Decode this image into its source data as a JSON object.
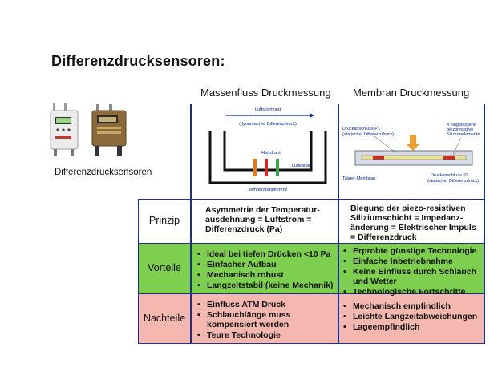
{
  "slide": {
    "title": "Differenzdrucksensoren:",
    "device_caption": "Differenzdrucksensoren",
    "columns": [
      "Massenfluss Druckmessung",
      "Membran Druckmessung"
    ]
  },
  "diagram_left": {
    "flow": "Luftströmung",
    "dyn": "(dynamischer Differenzdruck)",
    "heater": "Heizdraht",
    "channel": "Luftkanal",
    "temp": "Temperaturdifferenz"
  },
  "diagram_right": {
    "port1": "Druckanschluss P1",
    "port1_sub": "(statischer Differenzdruck)",
    "elements_1": "4 eingelassene",
    "elements_2": "piezoresistive",
    "elements_3": "Siliziumelemente",
    "membrane": "Träger-Membran",
    "port2": "Druckanschluss P2",
    "port2_sub": "(statischer Differenzdruck)"
  },
  "table": {
    "rows": [
      {
        "label": "Prinzip",
        "left": "Asymmetrie der Temperatur-ausdehnung = Luftstrom = Differenzdruck (Pa)",
        "right": "Biegung der piezo-resistiven Siliziumschicht = Impedanz-änderung = Elektrischer Impuls = Differenzdruck"
      },
      {
        "label": "Vorteile",
        "left": [
          "Ideal bei tiefen Drücken <10 Pa",
          "Einfacher Aufbau",
          "Mechanisch robust",
          "Langzeitstabil (keine Mechanik)"
        ],
        "right": [
          "Erprobte günstige Technologie",
          "Einfache Inbetriebnahme",
          "Keine Einfluss durch Schlauch und Wetter",
          "Technologische Fortschritte"
        ]
      },
      {
        "label": "Nachteile",
        "left": [
          "Einfluss ATM Druck",
          "Schlauchlänge muss kompensiert werden",
          "Teure Technologie"
        ],
        "right": [
          "Mechanisch empfindlich",
          "Leichte Langzeitabweichungen",
          "Lageempfindlich"
        ]
      }
    ]
  },
  "colors": {
    "line": "#1a2f8f",
    "vorteile_bg": "#7ecf4f",
    "nachteile_bg": "#f4b8b0"
  }
}
